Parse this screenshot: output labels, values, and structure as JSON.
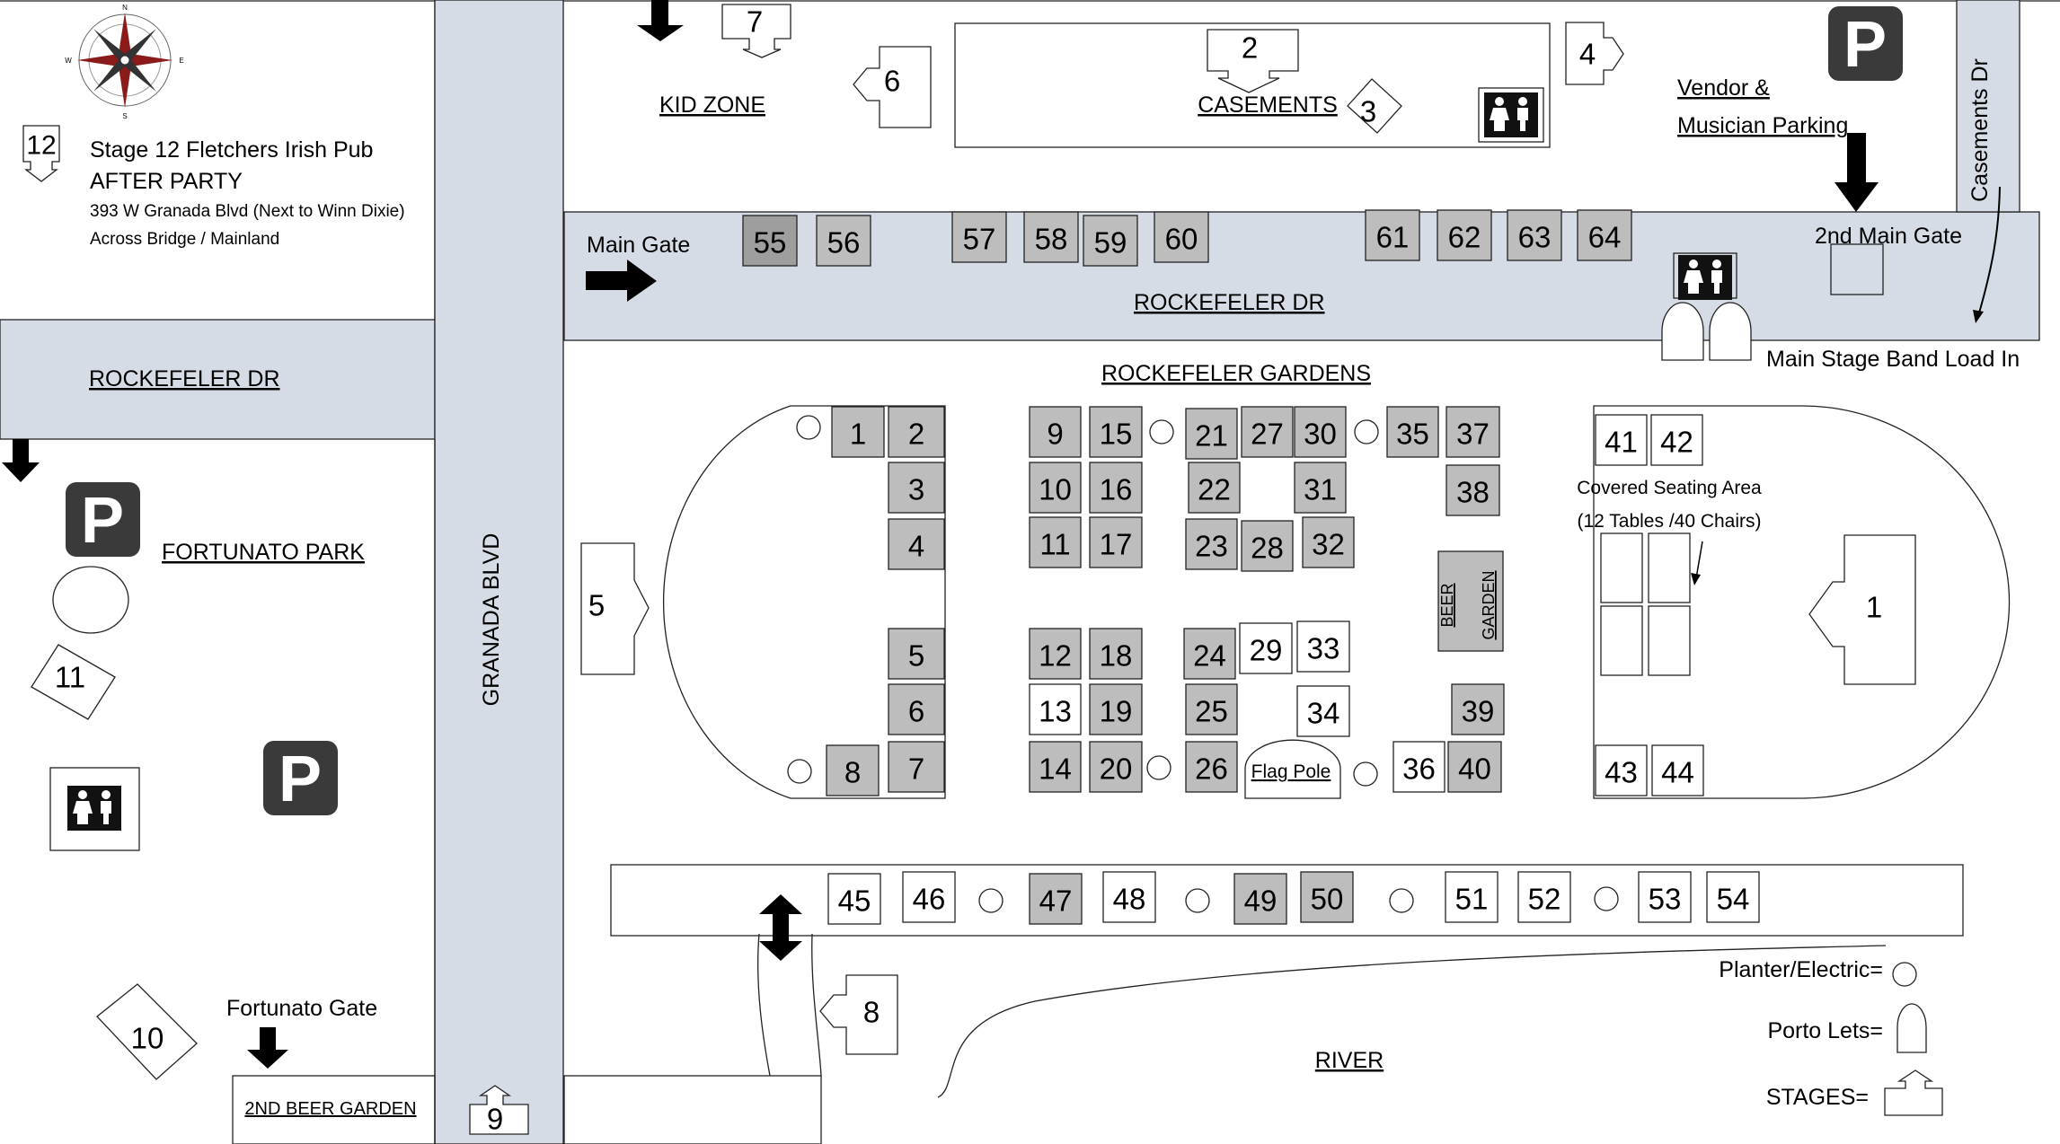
{
  "map": {
    "roads": {
      "rockefeller_west": "ROCKEFELER DR",
      "rockefeller_main": "ROCKEFELER DR",
      "granada": "GRANADA BLVD",
      "casements_dr": "Casements Dr"
    },
    "areas": {
      "fortunato_park": "FORTUNATO PARK",
      "kid_zone": "KID ZONE",
      "casements": "CASEMENTS",
      "rockefeller_gardens": "ROCKEFELER GARDENS",
      "river": "RIVER",
      "second_beer_garden": "2ND BEER GARDEN",
      "beer_garden_line1": "BEER",
      "beer_garden_line2": "GARDEN",
      "flag_pole": "Flag Pole",
      "covered_seating_line1": "Covered Seating Area",
      "covered_seating_line2": "(12 Tables /40 Chairs)"
    },
    "gates": {
      "main_gate": "Main Gate",
      "second_main_gate": "2nd Main Gate",
      "fortunato_gate": "Fortunato Gate",
      "load_in": "Main Stage Band Load In"
    },
    "parking": {
      "vendor_line1": "Vendor &",
      "vendor_line2": "Musician Parking",
      "p_symbol": "P"
    },
    "stage12": {
      "number": "12",
      "line1": "Stage 12 Fletchers Irish Pub",
      "line2": "AFTER PARTY",
      "line3": "393 W Granada Blvd  (Next to Winn Dixie)",
      "line4": "Across Bridge / Mainland"
    },
    "stages": [
      "1",
      "2",
      "3",
      "4",
      "5",
      "6",
      "7",
      "8",
      "9",
      "10",
      "11"
    ],
    "booths": [
      "1",
      "2",
      "3",
      "4",
      "5",
      "6",
      "7",
      "8",
      "9",
      "10",
      "11",
      "12",
      "13",
      "14",
      "15",
      "16",
      "17",
      "18",
      "19",
      "20",
      "21",
      "22",
      "23",
      "24",
      "25",
      "26",
      "27",
      "28",
      "29",
      "30",
      "31",
      "32",
      "33",
      "34",
      "35",
      "36",
      "37",
      "38",
      "39",
      "40",
      "41",
      "42",
      "43",
      "44",
      "45",
      "46",
      "47",
      "48",
      "49",
      "50",
      "51",
      "52",
      "53",
      "54",
      "55",
      "56",
      "57",
      "58",
      "59",
      "60",
      "61",
      "62",
      "63",
      "64"
    ]
  },
  "legend": {
    "planter": "Planter/Electric=",
    "porto": "Porto Lets=",
    "stages": "STAGES="
  },
  "compass": {
    "n": "N",
    "s": "S",
    "e": "E",
    "w": "W"
  },
  "colors": {
    "road": "#d6dce5",
    "booth_gray": "#bdbdbd",
    "booth_dark": "#9e9e9e",
    "booth_white": "#ffffff",
    "parking_sign": "#3a3a3a",
    "compass_red": "#8b1a1a"
  }
}
